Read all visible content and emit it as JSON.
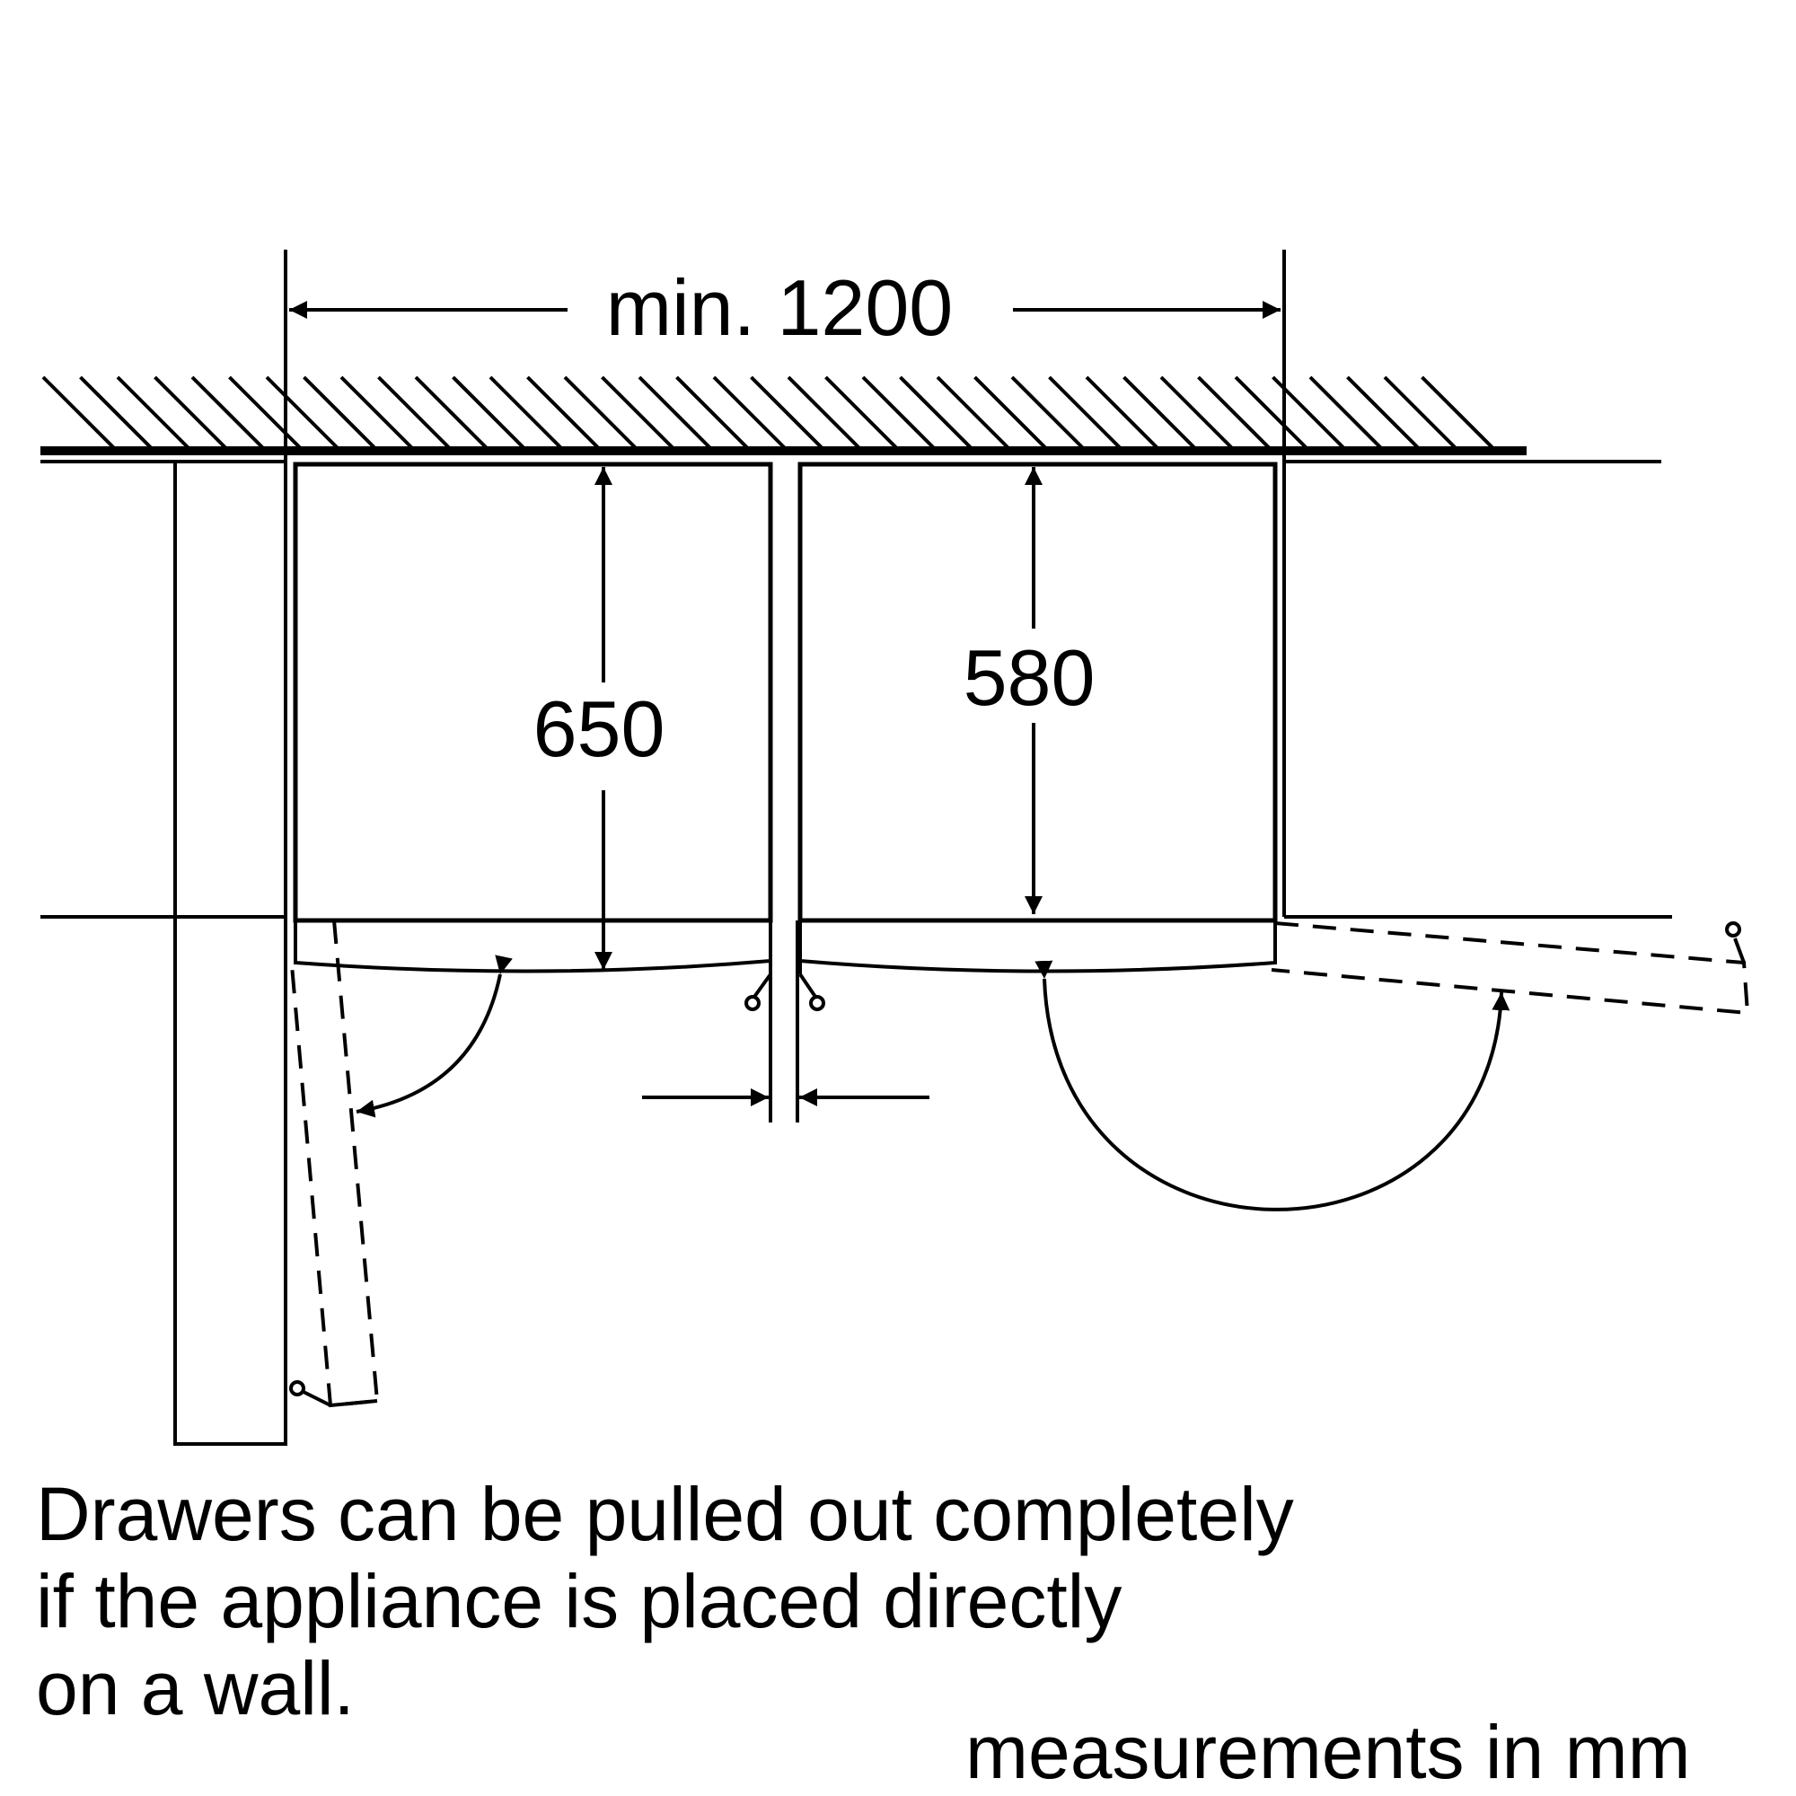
{
  "dimensions": {
    "min_width": "min. 1200",
    "depth_door_open": "650",
    "depth_appliance": "580"
  },
  "caption": {
    "line1": "Drawers can be pulled out completely",
    "line2": "if the appliance is placed directly",
    "line3": "on a wall."
  },
  "units_note": "measurements in mm",
  "colors": {
    "ink": "#000000",
    "background": "#ffffff"
  }
}
